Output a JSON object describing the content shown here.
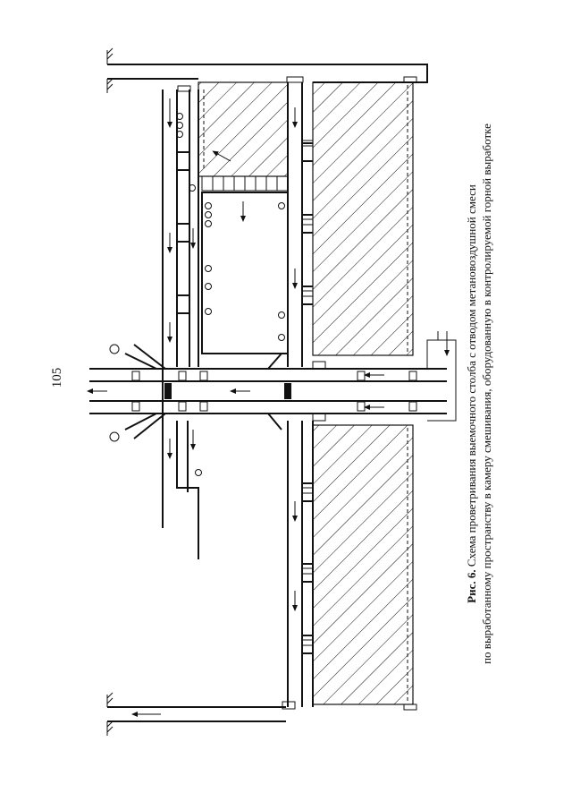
{
  "page": {
    "number": "105"
  },
  "caption": {
    "label": "Рис. 6.",
    "line1": " Схема проветривания выемочного столба с отводом метановоздушной смеси",
    "line2": "по выработанному пространству в камеру смешивания, оборудованную в контролируемой горной выработке"
  },
  "figure": {
    "icons": {
      "door": "ventilation-door-icon",
      "sensor": "gas-sensor-icon",
      "fan": "fan-icon",
      "arrow": "airflow-arrow-icon"
    }
  }
}
